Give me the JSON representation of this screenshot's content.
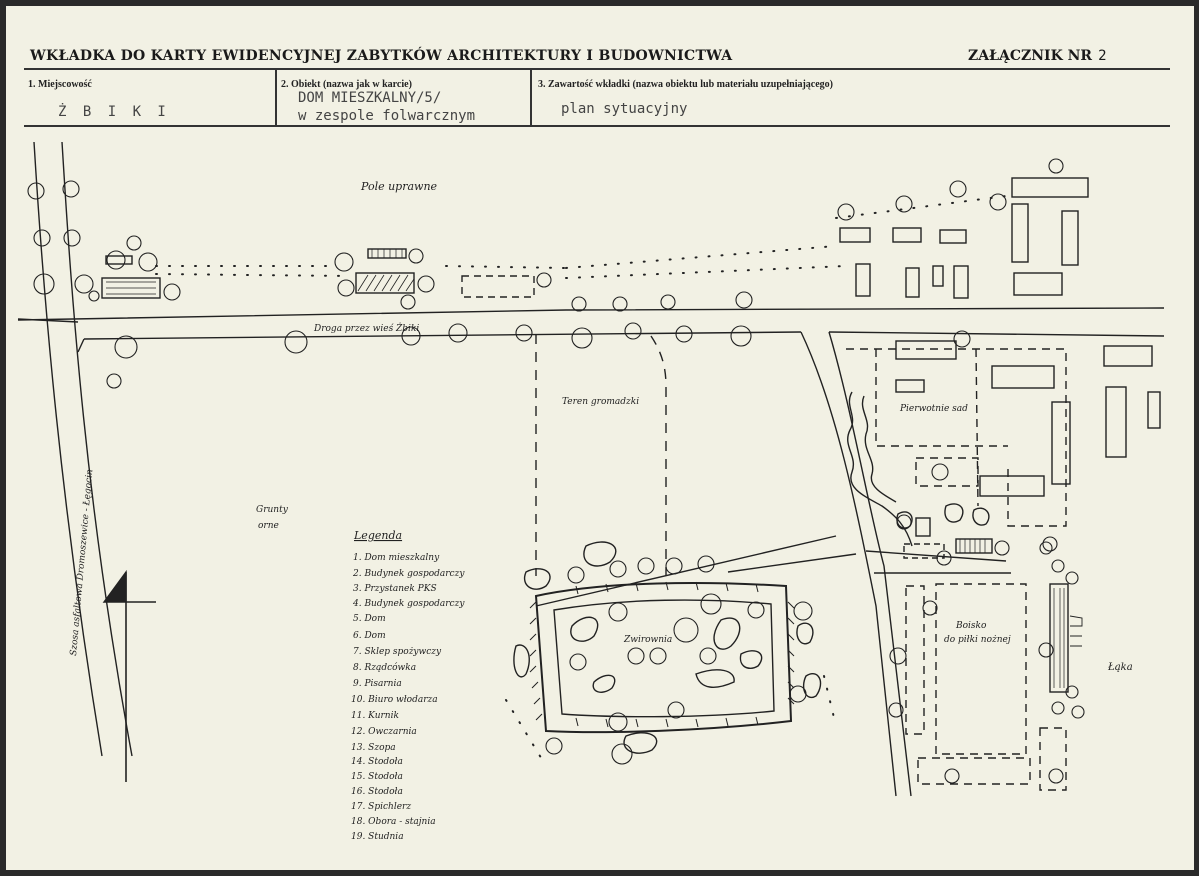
{
  "header": {
    "title": "WKŁADKA DO KARTY EWIDENCYJNEJ ZABYTKÓW ARCHITEKTURY I BUDOWNICTWA",
    "annex_label": "ZAŁĄCZNIK NR",
    "annex_number": "2"
  },
  "fields": {
    "place_label": "1. Miejscowość",
    "place_value": "Ż B I K I",
    "object_label": "2. Obiekt (nazwa jak w karcie)",
    "object_value_1": "DOM MIESZKALNY/5/",
    "object_value_2": "w zespole folwarcznym",
    "content_label": "3. Zawartość wkładki (nazwa obiektu lub materiału uzupełniającego)",
    "content_value": "plan sytuacyjny"
  },
  "plan": {
    "field_label": "Pole uprawne",
    "village_road": "Droga przez wieś Żbiki",
    "communal_land": "Teren gromadzki",
    "arable_land_1": "Grunty",
    "arable_land_2": "orne",
    "highway": "Szosa asfaltowa Dromoszewice - Łęgocin",
    "former_orchard": "Pierwotnie sad",
    "pond": "Zwirownia",
    "pitch_1": "Boisko",
    "pitch_2": "do piłki nożnej",
    "meadow": "Łąka",
    "legend_title": "Legenda",
    "legend": [
      "1. Dom mieszkalny",
      "2. Budynek gospodarczy",
      "3. Przystanek PKS",
      "4. Budynek gospodarczy",
      "5. Dom",
      "6. Dom",
      "7. Sklep spożywczy",
      "8. Rządcówka",
      "9. Pisarnia",
      "10. Biuro włodarza",
      "11. Kurnik",
      "12. Owczarnia",
      "13. Szopa",
      "14. Stodoła",
      "15. Stodoła",
      "16. Stodoła",
      "17. Spichlerz",
      "18. Obora - stajnia",
      "19. Studnia"
    ]
  },
  "colors": {
    "paper": "#f2f1e4",
    "ink": "#222222",
    "frame": "#2a2a2a"
  }
}
